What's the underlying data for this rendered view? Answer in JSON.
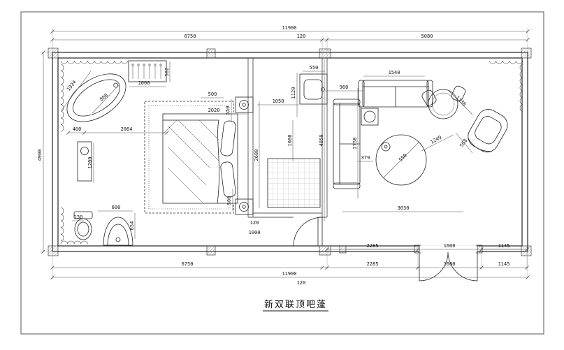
{
  "drawing": {
    "caption": "新双联顶吧蓬"
  },
  "colors": {
    "line": "#111111",
    "background": "#ffffff"
  },
  "dims": {
    "v11900": "11900",
    "v6750": "6750",
    "v120": "120",
    "v5080": "5080",
    "v4900": "4900",
    "v2285": "2285",
    "v1600": "1600",
    "v1145": "1145",
    "v1924": "1924",
    "v860": "860",
    "v1000": "1000",
    "v502": "502",
    "v400": "400",
    "v2064": "2064",
    "v1200": "1200",
    "v600": "600",
    "v654": "654",
    "v130": "130",
    "v500": "500",
    "v2020": "2020",
    "v550": "550",
    "v1050": "1050",
    "v1120": "1120",
    "v2680": "2680",
    "v4050": "4050",
    "v2758": "2758",
    "v379": "379",
    "v960": "960",
    "v1540": "1540",
    "v1130": "1130",
    "v1249": "1249",
    "v568": "568",
    "v3030": "3030"
  }
}
